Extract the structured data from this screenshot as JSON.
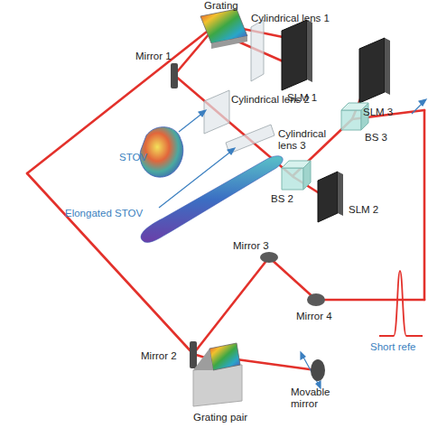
{
  "diagram": {
    "labels": [
      "Grating",
      "Cylindrical lens 1",
      "SLM 1",
      "Mirror 1",
      "Cylindrical lens 2",
      "SLM 3",
      "Cylindrical lens 3",
      "BS 3",
      "STOV",
      "BS 2",
      "SLM 2",
      "Elongated STOV",
      "Mirror 3",
      "Mirror 4",
      "Short refe",
      "Mirror 2",
      "Grating pair",
      "Movable mirror"
    ]
  }
}
